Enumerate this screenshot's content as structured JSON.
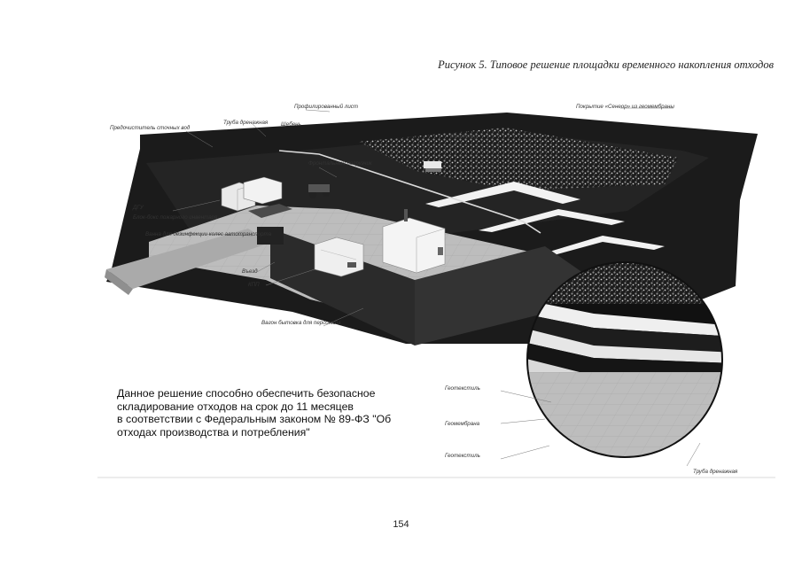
{
  "caption": "Рисунок 5. Типовое решение площадки временного накопления отходов",
  "labels": {
    "profiled_sheet": "Профилированный лист",
    "coating": "Покрытие «Сенеор» из геомембраны",
    "sewage_pretreatment": "Предочиститель сточных вод",
    "drain_pipe": "Труба дренажная",
    "crushed_stone": "Щебень",
    "bulldozer": "Бульдозер",
    "front_loader": "Фронтальный погрузчик",
    "dgu": "ДГУ",
    "fire_box": "Блок-бокс пожарного инвентаря",
    "disinfection_bath": "Ванна для дезинфекции колес автотранспорта",
    "entrance": "Въезд",
    "kpp": "КПП",
    "staff_wagon": "Вагон бытовка для персонала",
    "geotextile_1": "Геотекстиль",
    "geomembrane": "Геомембрана",
    "geotextile_2": "Геотекстиль",
    "drain_pipe_2": "Труба дренажная"
  },
  "note_lines": [
    "Данное решение способно обеспечить безопасное",
    "складирование отходов на срок до 11 месяцев",
    "в соответствии с Федеральным законом № 89-ФЗ \"Об",
    "отходах производства и потребления\""
  ],
  "page_number": "154"
}
